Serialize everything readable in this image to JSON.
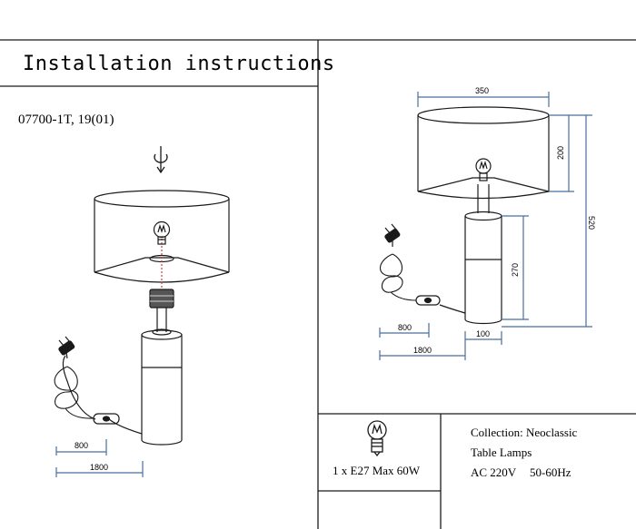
{
  "header": {
    "title": "Installation instructions"
  },
  "model_code": "07700-1T, 19(01)",
  "left_dimensions": {
    "cord_switch": "800",
    "cord_total": "1800"
  },
  "right_dimensions": {
    "shade_width": "350",
    "shade_height": "200",
    "total_height": "520",
    "base_height": "270",
    "base_width": "100",
    "cord_switch": "800",
    "cord_total": "1800"
  },
  "bulb_spec": "1 x E27 Max 60W",
  "collection": {
    "line1": "Collection: Neoclassic",
    "line2": "Table Lamps",
    "voltage": "AC 220V",
    "frequency": "50-60Hz"
  },
  "colors": {
    "line": "#1a1a1a",
    "dimension": "#4a6f9c",
    "accent": "#d04040"
  },
  "icons": [
    "rotate-icon",
    "plug-icon",
    "bulb-icon",
    "cord-coil-icon",
    "switch-icon"
  ]
}
